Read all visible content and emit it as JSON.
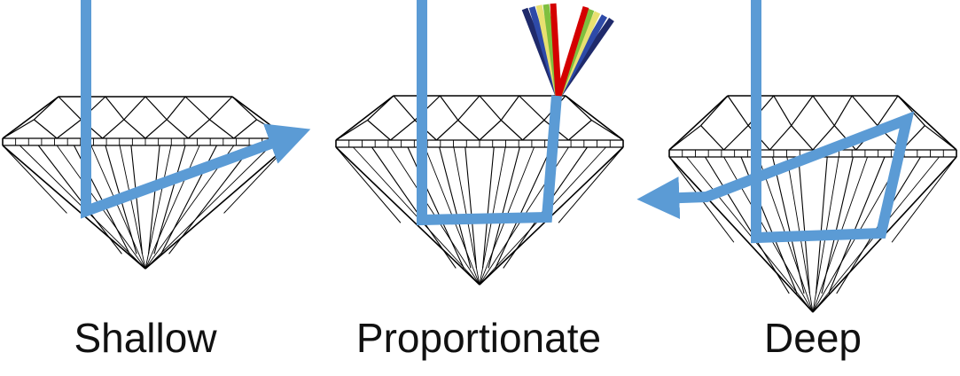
{
  "panels": [
    {
      "id": "shallow",
      "label": "Shallow"
    },
    {
      "id": "proportionate",
      "label": "Proportionate"
    },
    {
      "id": "deep",
      "label": "Deep"
    }
  ],
  "colors": {
    "light_ray": "#5b9bd5",
    "outline": "#000000",
    "spectrum": [
      "#1f2a6b",
      "#2e4aa8",
      "#e8e070",
      "#7fbf3f",
      "#d40000"
    ]
  }
}
